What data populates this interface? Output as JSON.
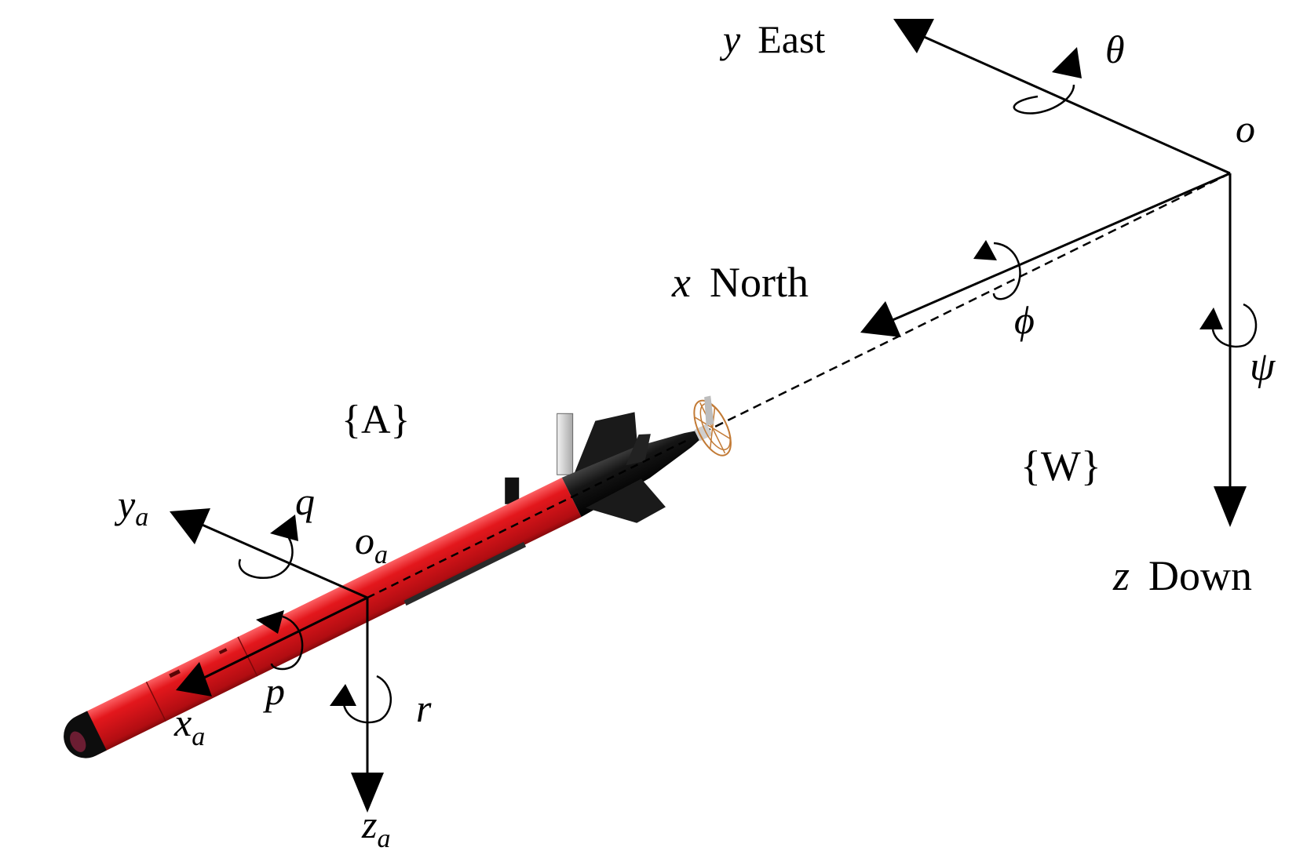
{
  "frames": {
    "world": {
      "label": "{W}",
      "origin": "o",
      "axes": {
        "x": {
          "symbol": "x",
          "name": "North",
          "rotation": "ϕ"
        },
        "y": {
          "symbol": "y",
          "name": "East",
          "rotation": "θ"
        },
        "z": {
          "symbol": "z",
          "name": "Down",
          "rotation": "ψ"
        }
      }
    },
    "body": {
      "label": "{A}",
      "origin": {
        "base": "o",
        "sub": "a"
      },
      "axes": {
        "x": {
          "base": "x",
          "sub": "a",
          "rotation": "p"
        },
        "y": {
          "base": "y",
          "sub": "a",
          "rotation": "q"
        },
        "z": {
          "base": "z",
          "sub": "a",
          "rotation": "r"
        }
      }
    }
  },
  "colors": {
    "hull": "#e3171c",
    "hull_dark": "#9b0c0f",
    "tail": "#151515",
    "propeller": "#c27a35",
    "mast": "#d8d8d8",
    "axis": "#000000"
  },
  "icons": {
    "vehicle": "auv-torpedo-illustration",
    "rotation": "curved-rotation-arrow-icon"
  }
}
